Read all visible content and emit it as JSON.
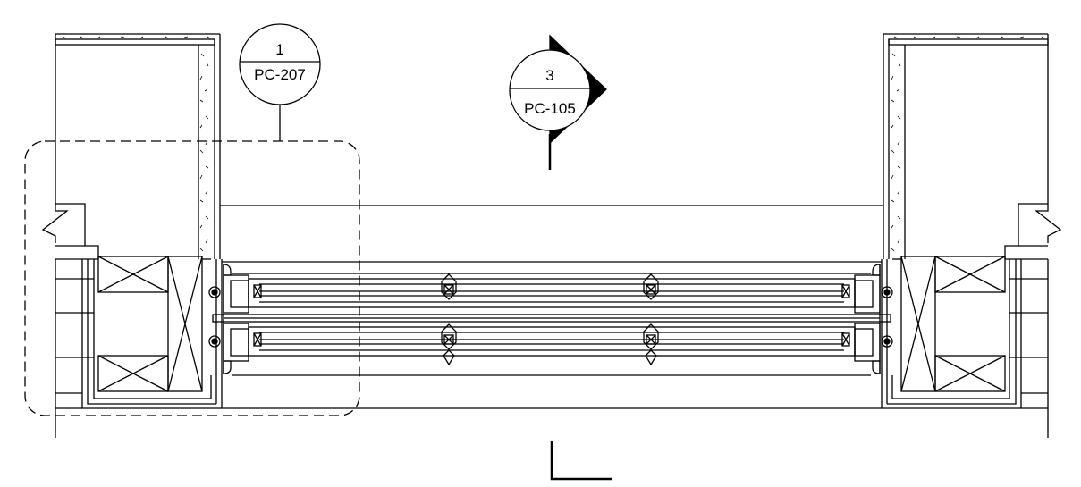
{
  "detail_callout": {
    "number": "1",
    "sheet": "PC-207"
  },
  "section_callout": {
    "number": "3",
    "sheet": "PC-105"
  },
  "colors": {
    "line": "#000000",
    "background": "#ffffff"
  }
}
